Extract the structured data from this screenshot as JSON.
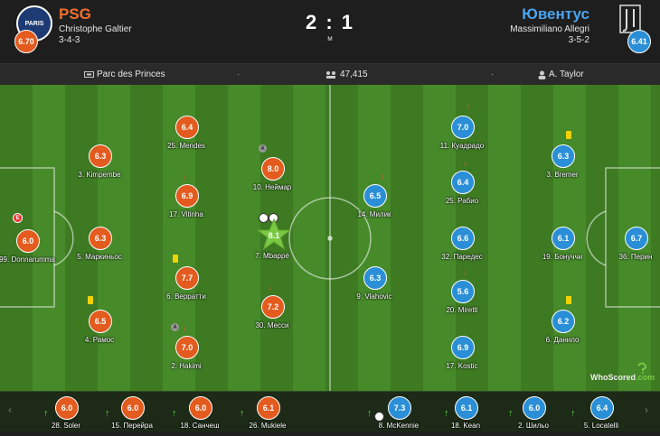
{
  "home": {
    "name": "PSG",
    "crest_text": "PARIS",
    "manager": "Christophe Galtier",
    "formation": "3-4-3",
    "rating": "6.70",
    "color": "#e35b1e"
  },
  "away": {
    "name": "Ювентус",
    "manager": "Massimiliano Allegri",
    "formation": "3-5-2",
    "rating": "6.41",
    "color": "#2a8fd6"
  },
  "score": "2 : 1",
  "status": "м",
  "info": {
    "venue": "Parc des Princes",
    "attendance": "47,415",
    "referee": "A. Taylor"
  },
  "home_players": [
    {
      "rating": "6.0",
      "label": "99. Donnarumma"
    },
    {
      "rating": "6.3",
      "label": "3. Kimpembe"
    },
    {
      "rating": "6.3",
      "label": "5. Маркиньос"
    },
    {
      "rating": "6.5",
      "label": "4. Рамос"
    },
    {
      "rating": "6.4",
      "label": "25. Mendes"
    },
    {
      "rating": "6.9",
      "label": "17. Vitinha"
    },
    {
      "rating": "7.7",
      "label": "6. Верратти"
    },
    {
      "rating": "7.0",
      "label": "2. Hakimi"
    },
    {
      "rating": "8.0",
      "label": "10. Неймар"
    },
    {
      "rating": "8.1",
      "label": "7. Mbappé"
    },
    {
      "rating": "7.2",
      "label": "30. Месси"
    }
  ],
  "away_players": [
    {
      "rating": "6.7",
      "label": "36. Перин"
    },
    {
      "rating": "6.3",
      "label": "3. Bremer"
    },
    {
      "rating": "6.1",
      "label": "19. Бонуччи"
    },
    {
      "rating": "6.2",
      "label": "6. Данило"
    },
    {
      "rating": "7.0",
      "label": "11. Куадрадо"
    },
    {
      "rating": "6.4",
      "label": "25. Рабио"
    },
    {
      "rating": "6.6",
      "label": "32. Паредес"
    },
    {
      "rating": "5.6",
      "label": "20. Miretti"
    },
    {
      "rating": "6.9",
      "label": "17. Kostic"
    },
    {
      "rating": "6.5",
      "label": "14. Милик"
    },
    {
      "rating": "6.3",
      "label": "9. Vlahovic"
    }
  ],
  "home_subs": [
    {
      "rating": "6.0",
      "label": "28. Soler"
    },
    {
      "rating": "6.0",
      "label": "15. Перейра"
    },
    {
      "rating": "6.0",
      "label": "18. Санчеш"
    },
    {
      "rating": "6.1",
      "label": "26. Mukiele"
    }
  ],
  "away_subs": [
    {
      "rating": "7.3",
      "label": "8. McKennie"
    },
    {
      "rating": "6.1",
      "label": "18. Kean"
    },
    {
      "rating": "6.0",
      "label": "2. Шильо"
    },
    {
      "rating": "6.4",
      "label": "5. Locatelli"
    }
  ],
  "badges": {
    "captain": "A",
    "event_e": "E"
  },
  "logo_text": "WhoScored",
  "logo_suffix": ".com",
  "icons": {
    "venue": "stadium-icon",
    "attendance": "crowd-icon",
    "referee": "whistle-icon",
    "sub_off": "arrow-down-icon",
    "sub_on": "arrow-up-icon",
    "yellow_card": "yellow-card-icon",
    "goal": "football-icon",
    "man_of_match": "star-icon"
  }
}
